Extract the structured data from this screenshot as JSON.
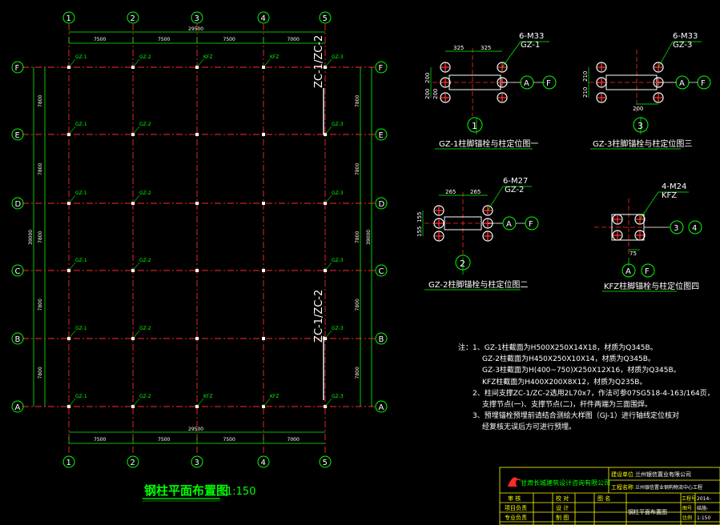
{
  "colors": {
    "bg": "#000000",
    "axis": "#ff2a2a",
    "dim": "#00ff00",
    "text": "#ffffff",
    "col_tag": "#00ff00",
    "title": "#00ff00"
  },
  "plan": {
    "col_axes": [
      "1",
      "2",
      "3",
      "4",
      "5"
    ],
    "row_axes": [
      "F",
      "E",
      "D",
      "C",
      "B",
      "A"
    ],
    "top_spans": [
      "7500",
      "7500",
      "7500",
      "7000"
    ],
    "top_total": "29500",
    "bottom_spans": [
      "7500",
      "7500",
      "7500",
      "7000"
    ],
    "bottom_total": "29500",
    "left_spans": [
      "7800",
      "7800",
      "7800",
      "7800",
      "7800"
    ],
    "left_total": "39000",
    "right_spans": [
      "7800",
      "7800",
      "7800",
      "7800",
      "7800"
    ],
    "right_total": "39000",
    "column_tags": [
      [
        "GZ-1",
        "GZ-2",
        "KFZ",
        "KFZ",
        "GZ-3"
      ],
      [
        "GZ-1",
        "GZ-2",
        "",
        "",
        "GZ-3"
      ],
      [
        "GZ-1",
        "GZ-2",
        "",
        "",
        "GZ-3"
      ],
      [
        "GZ-1",
        "GZ-2",
        "",
        "",
        "GZ-3"
      ],
      [
        "GZ-1",
        "GZ-2",
        "",
        "",
        "GZ-3"
      ],
      [
        "GZ-1",
        "GZ-2",
        "KFZ",
        "KFZ",
        "GZ-3"
      ]
    ],
    "brace_top": "ZC-1/ZC-2",
    "brace_bottom": "ZC-1/ZC-2",
    "title": "钢柱平面布置图",
    "scale": "1:150"
  },
  "details": {
    "d1": {
      "bolts": "6-M33",
      "col": "GZ-1",
      "dims": [
        "325",
        "325"
      ],
      "vdims": [
        "200",
        "200",
        "200"
      ],
      "no": "1",
      "axes": [
        "A",
        "F"
      ],
      "caption": "GZ-1柱脚锚栓与柱定位图一"
    },
    "d3": {
      "bolts": "6-M33",
      "col": "GZ-3",
      "vdims": [
        "210",
        "210"
      ],
      "bottom": "200",
      "no": "3",
      "axes": [
        "A",
        "F"
      ],
      "caption": "GZ-3柱脚锚栓与柱定位图三"
    },
    "d2": {
      "bolts": "6-M27",
      "col": "GZ-2",
      "dims": [
        "265",
        "265"
      ],
      "vdims": [
        "155",
        "155"
      ],
      "no": "2",
      "axes": [
        "A",
        "F"
      ],
      "caption": "GZ-2柱脚锚栓与柱定位图二"
    },
    "d4": {
      "bolts": "4-M24",
      "col": "KFZ",
      "bottom": "75",
      "no": "3",
      "no2": "4",
      "axes": [
        "A",
        "F"
      ],
      "caption": "KFZ柱脚锚栓与柱定位图四"
    }
  },
  "notes": [
    "注：1、GZ-1柱截面为H500X250X14X18，材质为Q345B。",
    "GZ-2柱截面为H450X250X10X14，材质为Q345B。",
    "GZ-3柱截面为H(400~750)X250X12X16，材质为Q345B。",
    "KFZ柱截面为H400X200X8X12，材质为Q235B。",
    "2、柱间支撑ZC-1/ZC-2选用2L70x7，作法可参07SG518-4-163/164页，",
    "支撑节点(一)、支撑节点(二)，杆件两端为三面围焊。",
    "3、预埋锚栓预埋前请结合测绘大样图（GJ-1）进行轴线定位核对",
    "经复核无误后方可进行预埋。"
  ],
  "titleblock": {
    "company": "甘肃长城建筑设计咨询有限公司",
    "build_unit_label": "建设单位",
    "build_unit": "兰州银信置业有限公司",
    "project_label": "工程名称",
    "project": "兰州银信置业钢构物流中心工程",
    "approve": "审  核",
    "check": "校  对",
    "proj_lead": "项目负责",
    "design": "设  计",
    "spec_lead": "专业负责",
    "draw": "制  图",
    "drawing_label": "图  名",
    "drawing_name": "钢柱平面布置图",
    "no_label": "工程号",
    "no_val": "2014-",
    "sheet_label": "图号",
    "sheet_val": "结施-",
    "ratio_label": "比例",
    "ratio_val": "1:150"
  }
}
